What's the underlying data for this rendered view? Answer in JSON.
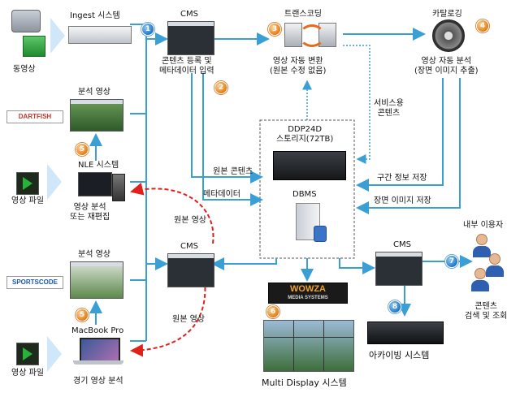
{
  "nodes": {
    "ingest": "Ingest 시스템",
    "cms_top": "CMS",
    "cms_top_desc": "콘텐츠 등록 및\n메타데이터 입력",
    "transcoding": "트랜스코딩",
    "transcoding_desc": "영상 자동 변환\n(원본 수정 없음)",
    "cataloging": "카탈로깅",
    "cataloging_desc": "영상 자동 분석\n(장면 이미지 추출)",
    "video_in": "동영상",
    "analysis_video_top": "분석 영상",
    "nle": "NLE 시스템",
    "nle_desc": "영상 분석\n또는 재편집",
    "video_file_1": "영상 파일",
    "storage": "DDP24D\n스토리지(72TB)",
    "dbms": "DBMS",
    "service_content": "서비스용\n콘텐츠",
    "original_content": "원본 콘텐츠",
    "metadata": "메타데이터",
    "section_info": "구간 정보 저장",
    "scene_image": "장면 이미지 저장",
    "original_video_1": "원본 영상",
    "original_video_2": "원본 영상",
    "cms_mid": "CMS",
    "cms_right": "CMS",
    "internal_user": "내부 이용자",
    "user_desc": "콘텐츠\n검색 및 조회",
    "analysis_video_bottom": "분석 영상",
    "macbook": "MacBook Pro",
    "game_analysis": "경기 영상 분석",
    "video_file_2": "영상 파일",
    "archiving": "아카이빙 시스템",
    "multi_display": "Multi Display 시스템"
  },
  "logos": {
    "dartfish": "DARTFISH",
    "sportscode": "SPORTSCODE",
    "wowza": "WOWZA",
    "wowza_sub": "MEDIA SYSTEMS"
  },
  "steps": [
    "1",
    "2",
    "3",
    "4",
    "5",
    "5",
    "6",
    "7",
    "8"
  ],
  "colors": {
    "flow_line": "#3a9fd5",
    "return_arrow": "#e0201b",
    "storage_border": "#555555",
    "step_blue": "#1f78c8",
    "step_orange": "#e67d14",
    "play_green": "#27b33a",
    "chevron": "#cfe7f8"
  }
}
